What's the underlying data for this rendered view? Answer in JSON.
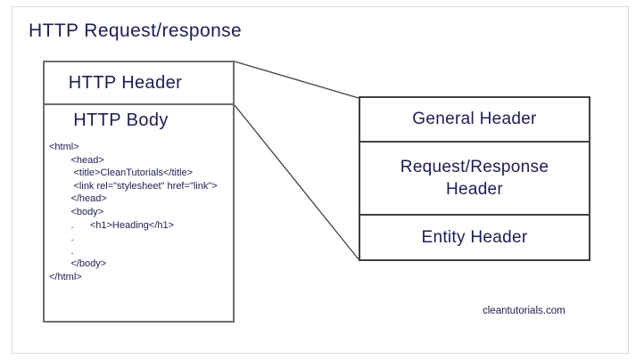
{
  "page": {
    "title": "HTTP Request/response",
    "watermark": "cleantutorials.com"
  },
  "left_box": {
    "header_label": "HTTP Header",
    "body_label": "HTTP Body",
    "code": "<html>\n        <head>\n         <title>CleanTutorials</title>\n         <link rel=\"stylesheet\" href=\"link\">\n        </head>\n        <body>\n        .      <h1>Heading</h1>\n        .\n        .\n        </body>\n</html>"
  },
  "right_box": {
    "sections": [
      {
        "label": "General Header"
      },
      {
        "label": "Request/Response Header"
      },
      {
        "label": "Entity Header"
      }
    ]
  },
  "colors": {
    "text_navy": "#1d1d52",
    "left_box_border": "#6f6f6f",
    "right_box_border": "#414141",
    "connector_line": "#414141",
    "frame_border": "#d8d8d8"
  }
}
